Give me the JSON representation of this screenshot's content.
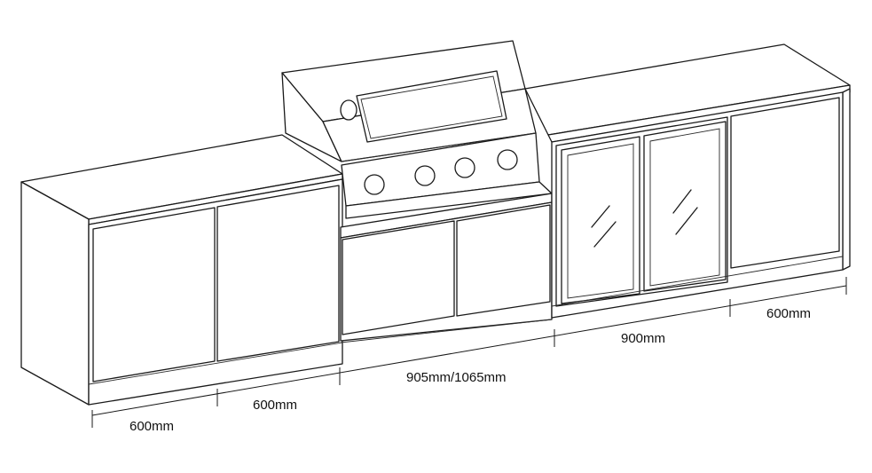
{
  "dimensions": [
    {
      "id": "left-cabinet-1",
      "label": "600mm"
    },
    {
      "id": "left-cabinet-2",
      "label": "600mm"
    },
    {
      "id": "bbq-cabinet",
      "label": "905mm/1065mm"
    },
    {
      "id": "fridge-cabinet",
      "label": "900mm"
    },
    {
      "id": "right-cabinet",
      "label": "600mm"
    }
  ],
  "colors": {
    "line": "#1a1a1a",
    "background": "#ffffff"
  }
}
